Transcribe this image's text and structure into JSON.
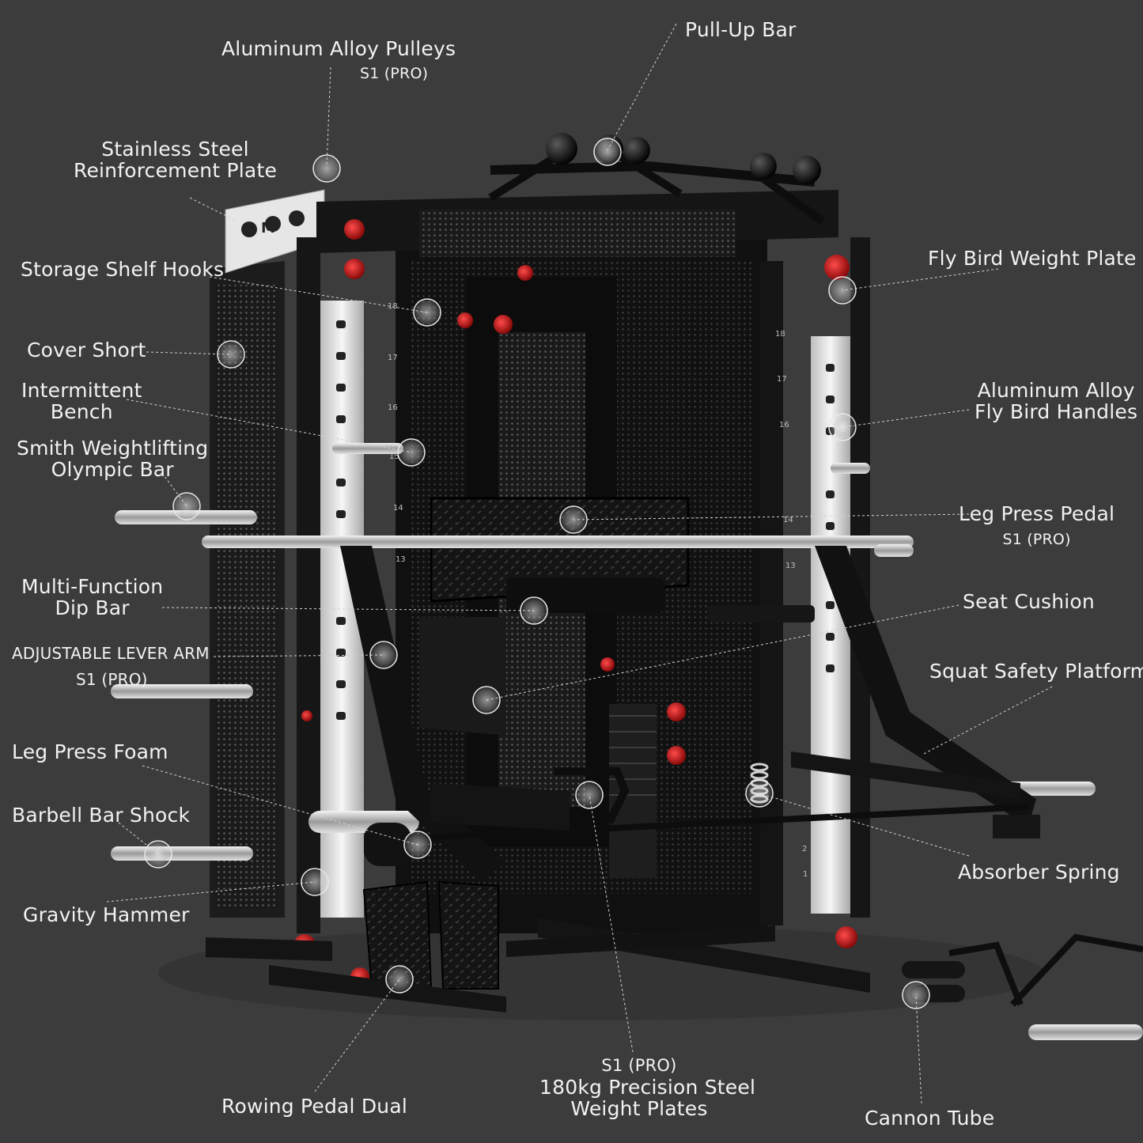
{
  "colors": {
    "background": "#3c3c3c",
    "frame": "#161616",
    "accent_red": "#c4161c",
    "chrome": "#d8d8d8",
    "label_text": "#f2f2f2"
  },
  "labels": {
    "aluminum_alloy_pulleys": {
      "title": "Aluminum Alloy Pulleys",
      "tag": "S1 (PRO)"
    },
    "pull_up_bar": "Pull-Up Bar",
    "stainless_steel_plate": {
      "line1": "Stainless Steel",
      "line2": "Reinforcement Plate"
    },
    "storage_shelf_hooks": "Storage Shelf Hooks",
    "cover_short": "Cover Short",
    "intermittent_bench": {
      "line1": "Intermittent",
      "line2": "Bench"
    },
    "smith_olympic_bar": {
      "line1": "Smith Weightlifting",
      "line2": "Olympic Bar"
    },
    "multi_function_dip_bar": {
      "line1": "Multi-Function",
      "line2": "Dip Bar"
    },
    "adjustable_lever_arm": {
      "title": "ADJUSTABLE LEVER ARM",
      "tag": "S1 (PRO)"
    },
    "leg_press_foam": "Leg Press Foam",
    "barbell_bar_shock": "Barbell Bar Shock",
    "gravity_hammer": "Gravity Hammer",
    "rowing_pedal_dual": "Rowing Pedal Dual",
    "weight_plates": {
      "tag": "S1 (PRO)",
      "line1": "180kg Precision Steel",
      "line2": "Weight Plates"
    },
    "cannon_tube": "Cannon Tube",
    "fly_bird_weight_plate": "Fly Bird Weight Plate",
    "fly_bird_handles": {
      "line1": "Aluminum Alloy",
      "line2": "Fly Bird Handles"
    },
    "leg_press_pedal": {
      "title": "Leg Press Pedal",
      "tag": "S1 (PRO)"
    },
    "seat_cushion": "Seat Cushion",
    "squat_safety_platform": "Squat Safety Platform",
    "absorber_spring": "Absorber Spring"
  },
  "frame_logo": "M",
  "upright_numbers_left": [
    "18",
    "17",
    "16",
    "15",
    "14",
    "13"
  ],
  "upright_numbers_right": [
    "18",
    "17",
    "16",
    "14",
    "13",
    "2",
    "1"
  ]
}
